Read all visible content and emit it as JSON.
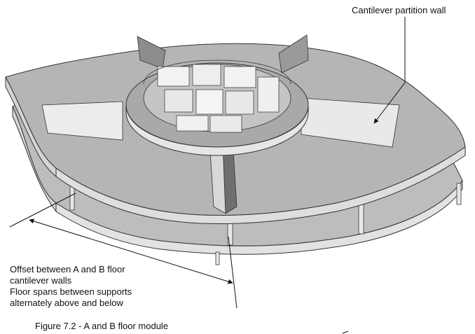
{
  "labels": {
    "cantilever_wall": "Cantilever partition wall",
    "offset_line1": "Offset between A and B floor",
    "offset_line2": "cantilever walls",
    "offset_line3": "Floor spans between supports",
    "offset_line4": "alternately above and below"
  },
  "caption": "Figure 7.2 - A and B floor module",
  "colors": {
    "floor_top": "#b8b8b8",
    "floor_edge": "#dcdcdc",
    "wall_light": "#f0f0f0",
    "wall_dark": "#8a8a8a",
    "outline": "#333333"
  }
}
